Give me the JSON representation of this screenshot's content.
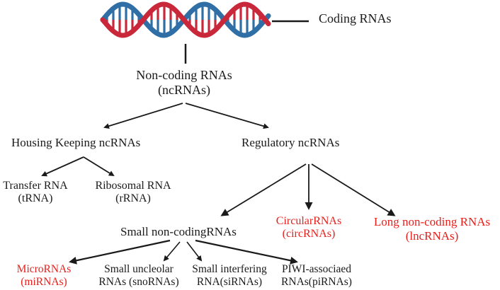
{
  "coding": {
    "label": "Coding RNAs"
  },
  "root": {
    "line1": "Non-coding RNAs",
    "line2": "(ncRNAs)"
  },
  "housekeeping": {
    "label": "Housing Keeping ncRNAs",
    "children": [
      {
        "line1": "Transfer RNA",
        "line2": "(tRNA)"
      },
      {
        "line1": "Ribosomal RNA",
        "line2": "(rRNA)"
      }
    ]
  },
  "regulatory": {
    "label": "Regulatory ncRNAs",
    "small": {
      "label": "Small non-codingRNAs"
    },
    "circular": {
      "line1": "CircularRNAs",
      "line2": "(circRNAs)"
    },
    "long": {
      "line1": "Long non-coding RNAs",
      "line2": "(lncRNAs)"
    }
  },
  "small_children": [
    {
      "line1": "MicroRNAs",
      "line2": "(miRNAs)"
    },
    {
      "line1": "Small uncleolar",
      "line2": "RNAs (snoRNAs)"
    },
    {
      "line1": "Small interfering",
      "line2": "RNA(siRNAs)"
    },
    {
      "line1": "PIWI-associaed",
      "line2": "RNAs(piRNAs)"
    }
  ],
  "colors": {
    "text": "#1a1a1a",
    "highlight": "#e8201c",
    "dna_red": "#c8283a",
    "dna_blue": "#2f6fa6"
  },
  "icons": [
    "dna-helix-icon"
  ]
}
